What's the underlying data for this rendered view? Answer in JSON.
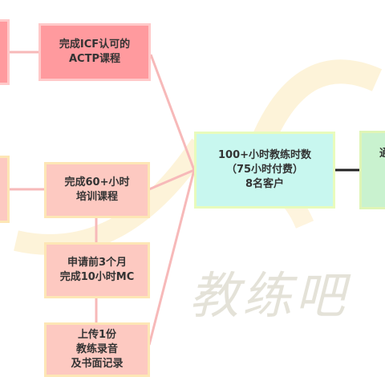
{
  "diagram": {
    "nodes": [
      {
        "id": "icf-course",
        "text": "完成ICF认可的\nACTP课程"
      },
      {
        "id": "training-60h",
        "text": "完成60+小时\n培训课程"
      },
      {
        "id": "mc-10h",
        "text": "申请前3个月\n完成10小时MC"
      },
      {
        "id": "recording",
        "text": "上传1份\n教练录音\n及书面记录"
      },
      {
        "id": "coaching-hours",
        "text": "100+小时教练时数\n（75小时付费）\n8名客户"
      },
      {
        "id": "pass-partial",
        "text": "通"
      }
    ]
  },
  "watermark": {
    "text": "教练吧",
    "color": "#d9d6c8"
  },
  "colors": {
    "pink": "#ff9a9e",
    "peach": "#fdc9c1",
    "cyan": "#c8f7ef",
    "green": "#c9f2cf",
    "connector": "#f7b9b9",
    "connector_dark": "#222222"
  }
}
